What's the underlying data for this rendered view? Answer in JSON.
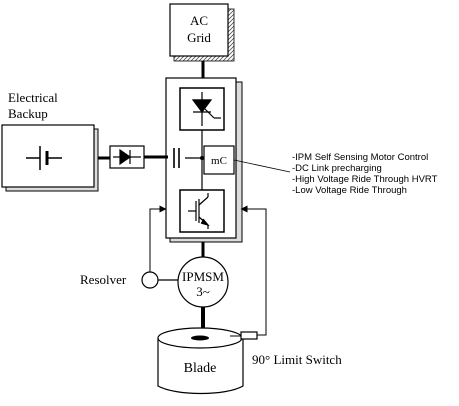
{
  "labels": {
    "grid_line1": "AC",
    "grid_line2": "Grid",
    "backup_line1": "Electrical",
    "backup_line2": "Backup",
    "mc": "mC",
    "resolver": "Resolver",
    "motor_line1": "IPMSM",
    "motor_line2": "3~",
    "blade": "Blade",
    "limit_switch": "90° Limit Switch"
  },
  "features": [
    "-IPM Self Sensing Motor Control",
    "-DC Link precharging",
    "-High Voltage Ride Through HVRT",
    "-Low Voltage Ride Through"
  ]
}
